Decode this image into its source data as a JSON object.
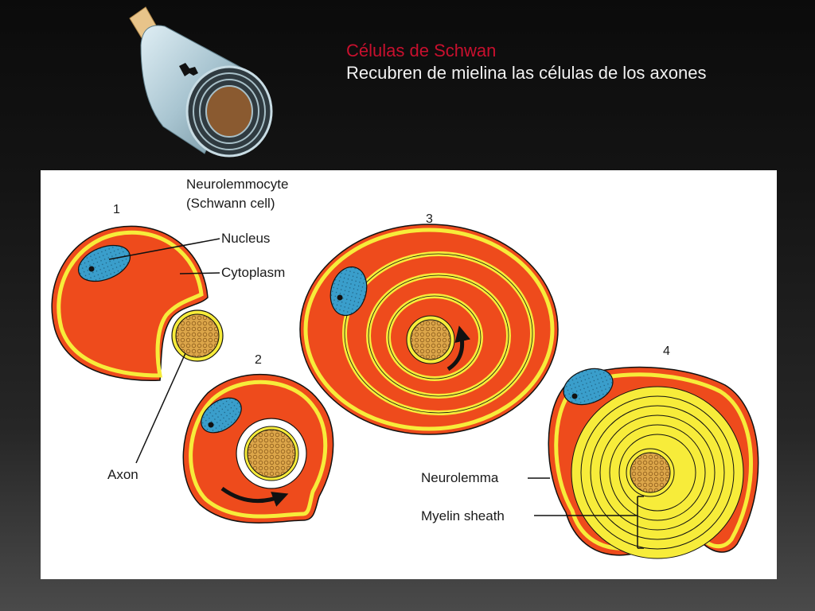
{
  "slide": {
    "title": "Células de Schwan",
    "subtitle": "Recubren de mielina las células de los axones",
    "colors": {
      "title": "#c8102e",
      "subtitle": "#f2f2f2",
      "cytoplasm": "#ee4b1c",
      "membrane": "#f7ec3a",
      "nucleus": "#3a9ecb",
      "axon": "#d9a040"
    }
  },
  "diagram": {
    "header_label_1": "Neurolemmocyte",
    "header_label_2": "(Schwann cell)",
    "steps": [
      "1",
      "2",
      "3",
      "4"
    ],
    "labels": {
      "nucleus": "Nucleus",
      "cytoplasm": "Cytoplasm",
      "axon": "Axon",
      "neurolemma": "Neurolemma",
      "myelin_sheath": "Myelin sheath"
    }
  }
}
